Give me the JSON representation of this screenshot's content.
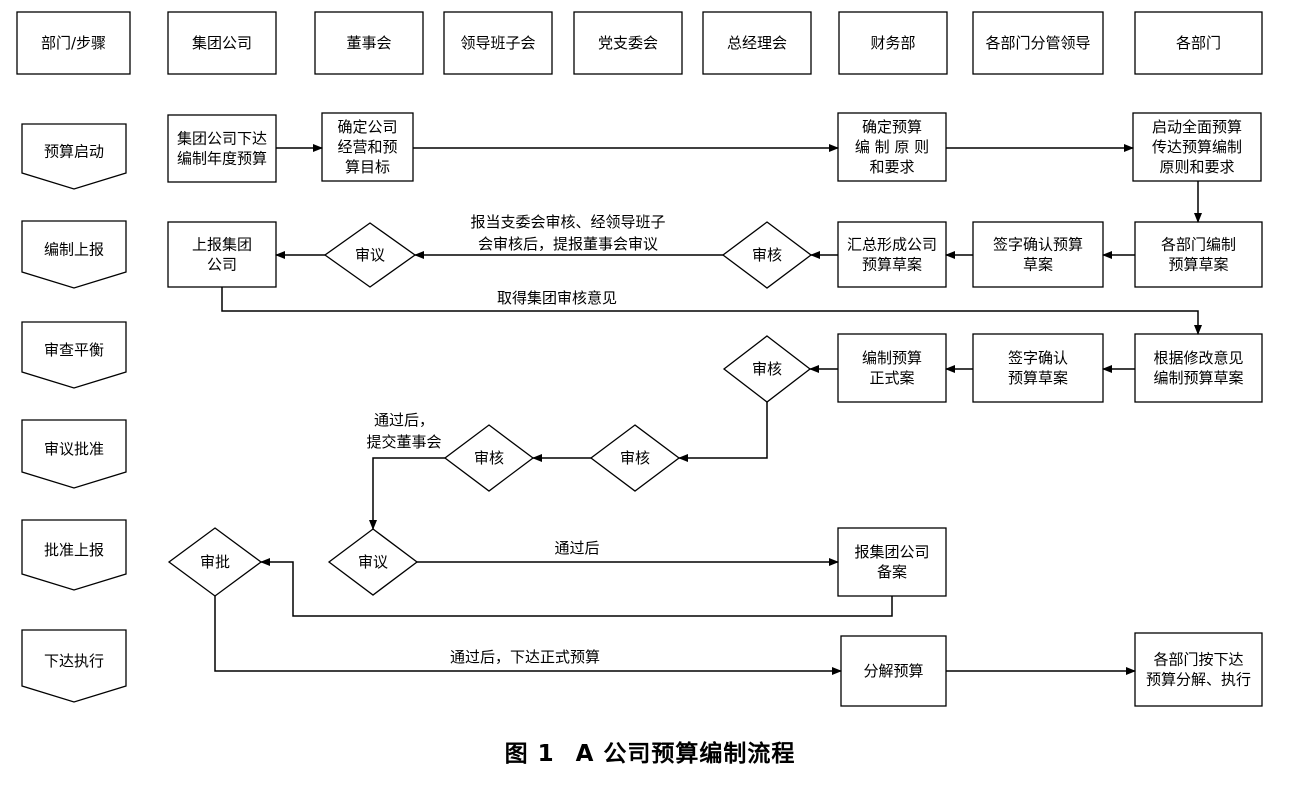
{
  "headers": [
    {
      "id": "h0",
      "text": "部门/步骤"
    },
    {
      "id": "h1",
      "text": "集团公司"
    },
    {
      "id": "h2",
      "text": "董事会"
    },
    {
      "id": "h3",
      "text": "领导班子会"
    },
    {
      "id": "h4",
      "text": "党支委会"
    },
    {
      "id": "h5",
      "text": "总经理会"
    },
    {
      "id": "h6",
      "text": "财务部"
    },
    {
      "id": "h7",
      "text": "各部门分管领导"
    },
    {
      "id": "h8",
      "text": "各部门"
    }
  ],
  "stages": [
    {
      "id": "s0",
      "text": "预算启动"
    },
    {
      "id": "s1",
      "text": "编制上报"
    },
    {
      "id": "s2",
      "text": "审查平衡"
    },
    {
      "id": "s3",
      "text": "审议批准"
    },
    {
      "id": "s4",
      "text": "批准上报"
    },
    {
      "id": "s5",
      "text": "下达执行"
    }
  ],
  "boxes": [
    {
      "id": "b1",
      "lines": [
        "集团公司下达",
        "编制年度预算"
      ]
    },
    {
      "id": "b2",
      "lines": [
        "确定公司",
        "经营和预",
        "算目标"
      ]
    },
    {
      "id": "b3",
      "lines": [
        "确定预算",
        "编 制 原 则",
        "和要求"
      ]
    },
    {
      "id": "b4",
      "lines": [
        "启动全面预算",
        "传达预算编制",
        "原则和要求"
      ]
    },
    {
      "id": "b5",
      "lines": [
        "各部门编制",
        "预算草案"
      ]
    },
    {
      "id": "b6",
      "lines": [
        "签字确认预算",
        "草案"
      ]
    },
    {
      "id": "b7",
      "lines": [
        "汇总形成公司",
        "预算草案"
      ]
    },
    {
      "id": "b8",
      "lines": [
        "上报集团",
        "公司"
      ]
    },
    {
      "id": "b9",
      "lines": [
        "根据修改意见",
        "编制预算草案"
      ]
    },
    {
      "id": "b10",
      "lines": [
        "签字确认",
        "预算草案"
      ]
    },
    {
      "id": "b11",
      "lines": [
        "编制预算",
        "正式案"
      ]
    },
    {
      "id": "b12",
      "lines": [
        "报集团公司",
        "备案"
      ]
    },
    {
      "id": "b13",
      "lines": [
        "分解预算"
      ]
    },
    {
      "id": "b14",
      "lines": [
        "各部门按下达",
        "预算分解、执行"
      ]
    }
  ],
  "diamonds": [
    {
      "id": "d1",
      "text": "审核"
    },
    {
      "id": "d2",
      "text": "审议"
    },
    {
      "id": "d3",
      "text": "审核"
    },
    {
      "id": "d4",
      "text": "审核"
    },
    {
      "id": "d5",
      "text": "审核"
    },
    {
      "id": "d6",
      "text": "审议"
    },
    {
      "id": "d7",
      "text": "审批"
    }
  ],
  "edge_labels": [
    {
      "id": "e1",
      "lines": [
        "报当支委会审核、经领导班子",
        "会审核后，提报董事会审议"
      ]
    },
    {
      "id": "e2",
      "lines": [
        "取得集团审核意见"
      ]
    },
    {
      "id": "e3",
      "lines": [
        "通过后，",
        "提交董事会"
      ]
    },
    {
      "id": "e4",
      "lines": [
        "通过后"
      ]
    },
    {
      "id": "e5",
      "lines": [
        "通过后，下达正式预算"
      ]
    }
  ],
  "caption": {
    "figure": "图 1",
    "title": "A 公司预算编制流程"
  }
}
